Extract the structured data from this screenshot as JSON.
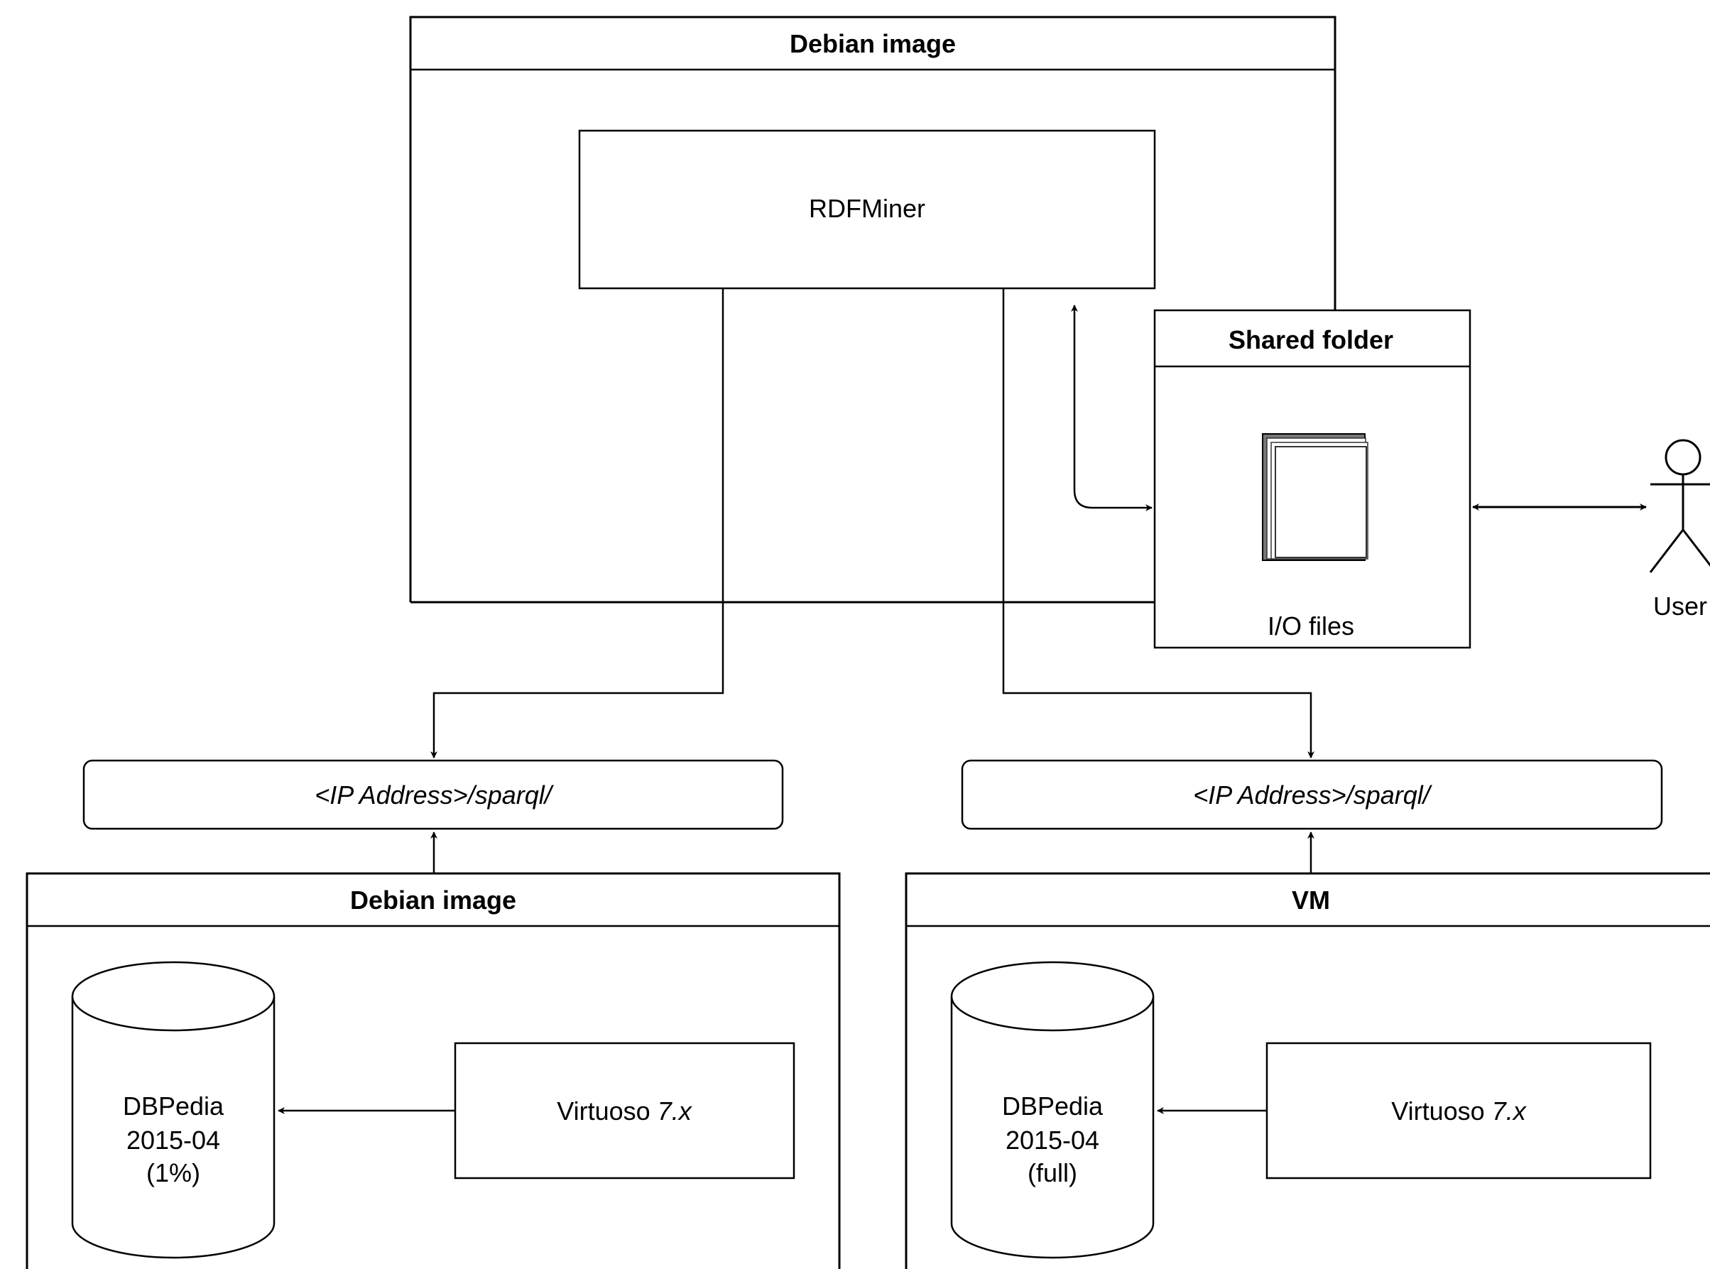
{
  "top_container": {
    "title": "Debian image",
    "rdfminer": {
      "label": "RDFMiner"
    },
    "shared_folder": {
      "title": "Shared folder",
      "files_label": "I/O files"
    }
  },
  "user": {
    "label": "User"
  },
  "endpoints": [
    {
      "label": "<IP Address>/sparql/"
    },
    {
      "label": "<IP Address>/sparql/"
    }
  ],
  "bottom_containers": [
    {
      "title": "Debian image",
      "database": {
        "line1": "DBPedia",
        "line2": "2015-04",
        "line3": "(1%)"
      },
      "server": {
        "name": "Virtuoso ",
        "version": "7.x"
      }
    },
    {
      "title": "VM",
      "database": {
        "line1": "DBPedia",
        "line2": "2015-04",
        "line3": "(full)"
      },
      "server": {
        "name": "Virtuoso ",
        "version": "7.x"
      }
    }
  ],
  "colors": {
    "stroke": "#000000",
    "background": "#ffffff",
    "document_shadow": "#777777"
  }
}
